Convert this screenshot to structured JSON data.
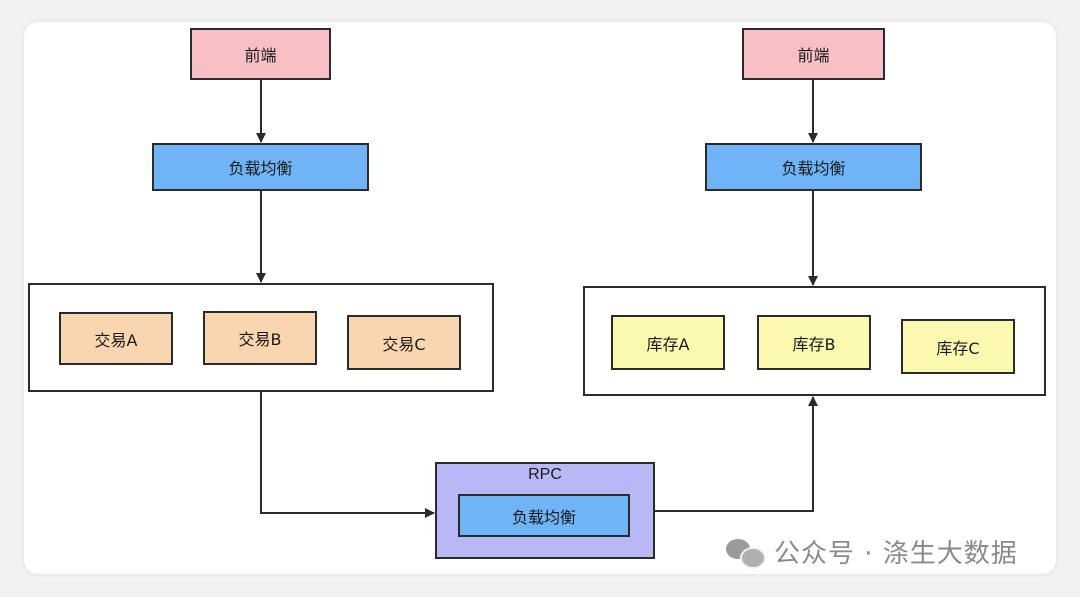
{
  "left": {
    "frontend": "前端",
    "load_balancer": "负载均衡",
    "services": [
      "交易A",
      "交易B",
      "交易C"
    ]
  },
  "right": {
    "frontend": "前端",
    "load_balancer": "负载均衡",
    "services": [
      "库存A",
      "库存B",
      "库存C"
    ]
  },
  "rpc": {
    "title": "RPC",
    "load_balancer": "负载均衡"
  },
  "watermark": {
    "text": "公众号 · 涤生大数据",
    "icon": "wechat-icon"
  },
  "colors": {
    "frontend": "#f8c0c6",
    "load_balancer": "#6fb4f6",
    "trade": "#f9d6b0",
    "stock": "#fbf8b0",
    "rpc": "#b8b8f6"
  }
}
